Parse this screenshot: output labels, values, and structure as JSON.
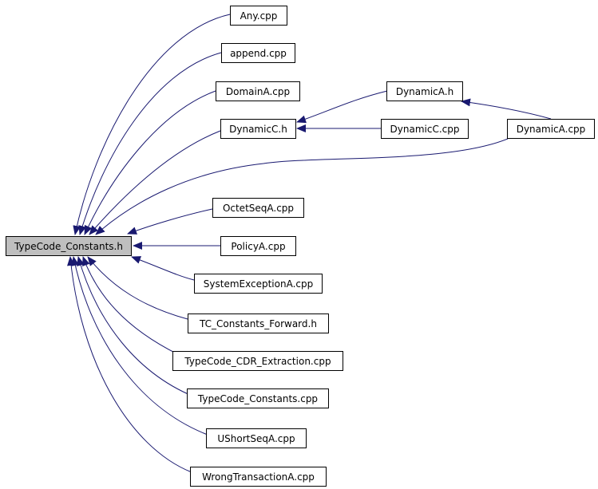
{
  "graph": {
    "root": {
      "id": "tcconst",
      "label": "TypeCode_Constants.h",
      "fill": "#bfbfbf"
    },
    "nodes": [
      {
        "id": "any",
        "label": "Any.cpp"
      },
      {
        "id": "append",
        "label": "append.cpp"
      },
      {
        "id": "domaina",
        "label": "DomainA.cpp"
      },
      {
        "id": "dynamicch",
        "label": "DynamicC.h"
      },
      {
        "id": "dynamicah",
        "label": "DynamicA.h"
      },
      {
        "id": "dynamiccc",
        "label": "DynamicC.cpp"
      },
      {
        "id": "dynamicac",
        "label": "DynamicA.cpp"
      },
      {
        "id": "octetseq",
        "label": "OctetSeqA.cpp"
      },
      {
        "id": "policya",
        "label": "PolicyA.cpp"
      },
      {
        "id": "sysexc",
        "label": "SystemExceptionA.cpp"
      },
      {
        "id": "tcfwd",
        "label": "TC_Constants_Forward.h"
      },
      {
        "id": "tccdr",
        "label": "TypeCode_CDR_Extraction.cpp"
      },
      {
        "id": "tccpp",
        "label": "TypeCode_Constants.cpp"
      },
      {
        "id": "ushort",
        "label": "UShortSeqA.cpp"
      },
      {
        "id": "wrongtx",
        "label": "WrongTransactionA.cpp"
      }
    ],
    "edges": [
      {
        "from": "any",
        "to": "tcconst"
      },
      {
        "from": "append",
        "to": "tcconst"
      },
      {
        "from": "domaina",
        "to": "tcconst"
      },
      {
        "from": "dynamicch",
        "to": "tcconst"
      },
      {
        "from": "dynamicac",
        "to": "tcconst"
      },
      {
        "from": "octetseq",
        "to": "tcconst"
      },
      {
        "from": "policya",
        "to": "tcconst"
      },
      {
        "from": "sysexc",
        "to": "tcconst"
      },
      {
        "from": "tcfwd",
        "to": "tcconst"
      },
      {
        "from": "tccdr",
        "to": "tcconst"
      },
      {
        "from": "tccpp",
        "to": "tcconst"
      },
      {
        "from": "ushort",
        "to": "tcconst"
      },
      {
        "from": "wrongtx",
        "to": "tcconst"
      },
      {
        "from": "dynamicah",
        "to": "dynamicch"
      },
      {
        "from": "dynamiccc",
        "to": "dynamicch"
      },
      {
        "from": "dynamicac",
        "to": "dynamicah"
      }
    ],
    "colors": {
      "edge": "#191970",
      "border": "#000000",
      "text": "#000000"
    }
  }
}
